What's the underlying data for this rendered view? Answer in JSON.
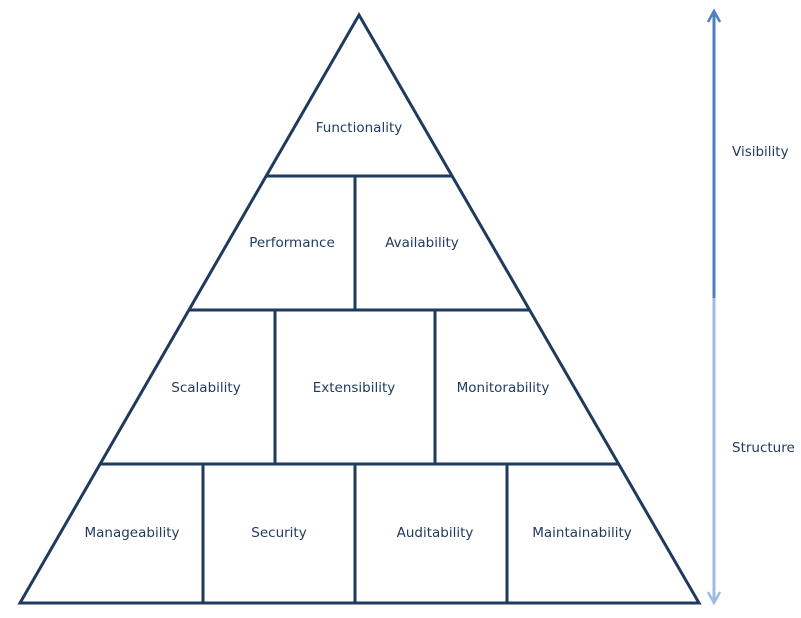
{
  "pyramid": {
    "levels": [
      {
        "blocks": [
          "Functionality"
        ]
      },
      {
        "blocks": [
          "Performance",
          "Availability"
        ]
      },
      {
        "blocks": [
          "Scalability",
          "Extensibility",
          "Monitorability"
        ]
      },
      {
        "blocks": [
          "Manageability",
          "Security",
          "Auditability",
          "Maintainability"
        ]
      }
    ]
  },
  "axis": {
    "top_label": "Visibility",
    "bottom_label": "Structure",
    "colors": {
      "upper": "#4f7fbf",
      "lower": "#9dbbe0",
      "lines": "#1f3a5f"
    }
  }
}
